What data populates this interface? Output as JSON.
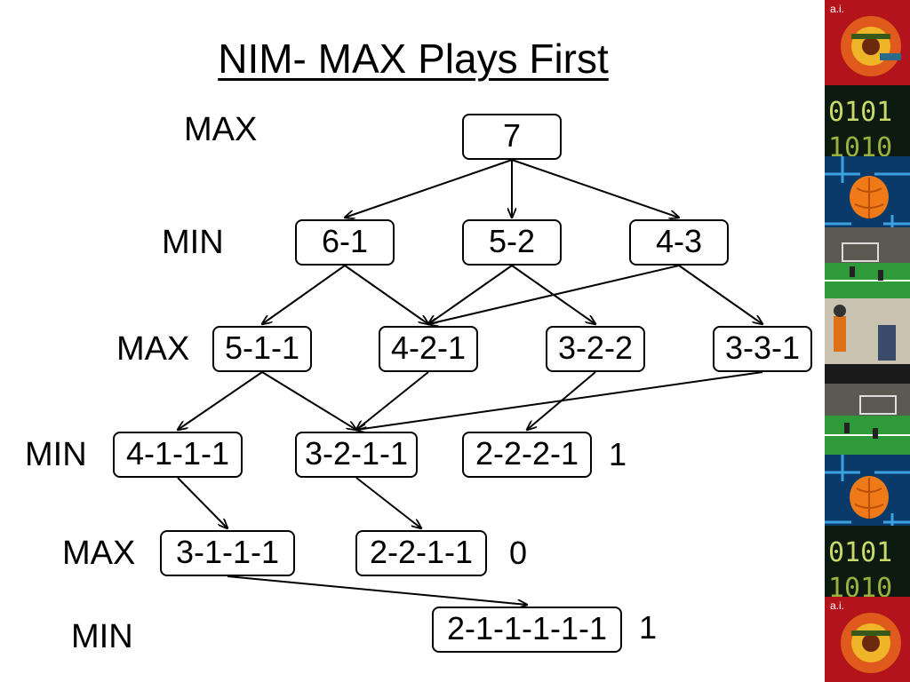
{
  "title": "NIM- MAX Plays First",
  "levels": [
    "MAX",
    "MIN",
    "MAX",
    "MIN",
    "MAX",
    "MIN"
  ],
  "nodes": {
    "n7": "7",
    "n61": "6-1",
    "n52": "5-2",
    "n43": "4-3",
    "n511": "5-1-1",
    "n421": "4-2-1",
    "n322": "3-2-2",
    "n331": "3-3-1",
    "n4111": "4-1-1-1",
    "n3211": "3-2-1-1",
    "n2221": "2-2-2-1",
    "n3111": "3-1-1-1",
    "n2211": "2-2-1-1",
    "n211111": "2-1-1-1-1-1"
  },
  "values": {
    "n2221": "1",
    "n2211": "0",
    "n211111": "1"
  },
  "edges": [
    [
      "n7",
      "n61"
    ],
    [
      "n7",
      "n52"
    ],
    [
      "n7",
      "n43"
    ],
    [
      "n61",
      "n511"
    ],
    [
      "n61",
      "n421"
    ],
    [
      "n52",
      "n421"
    ],
    [
      "n52",
      "n322"
    ],
    [
      "n43",
      "n421"
    ],
    [
      "n43",
      "n331"
    ],
    [
      "n511",
      "n4111"
    ],
    [
      "n511",
      "n3211"
    ],
    [
      "n421",
      "n3211"
    ],
    [
      "n322",
      "n2221"
    ],
    [
      "n331",
      "n3211"
    ],
    [
      "n4111",
      "n3111"
    ],
    [
      "n3211",
      "n2211"
    ],
    [
      "n3111",
      "n211111"
    ]
  ],
  "side_strip": {
    "label": "a.i.",
    "panels": [
      "brain-circuit-image",
      "binary-code-image",
      "orange-brain-image",
      "robot-soccer-image",
      "robot-demo-image",
      "robot-soccer-image",
      "orange-brain-image",
      "binary-code-image",
      "brain-circuit-image"
    ]
  }
}
